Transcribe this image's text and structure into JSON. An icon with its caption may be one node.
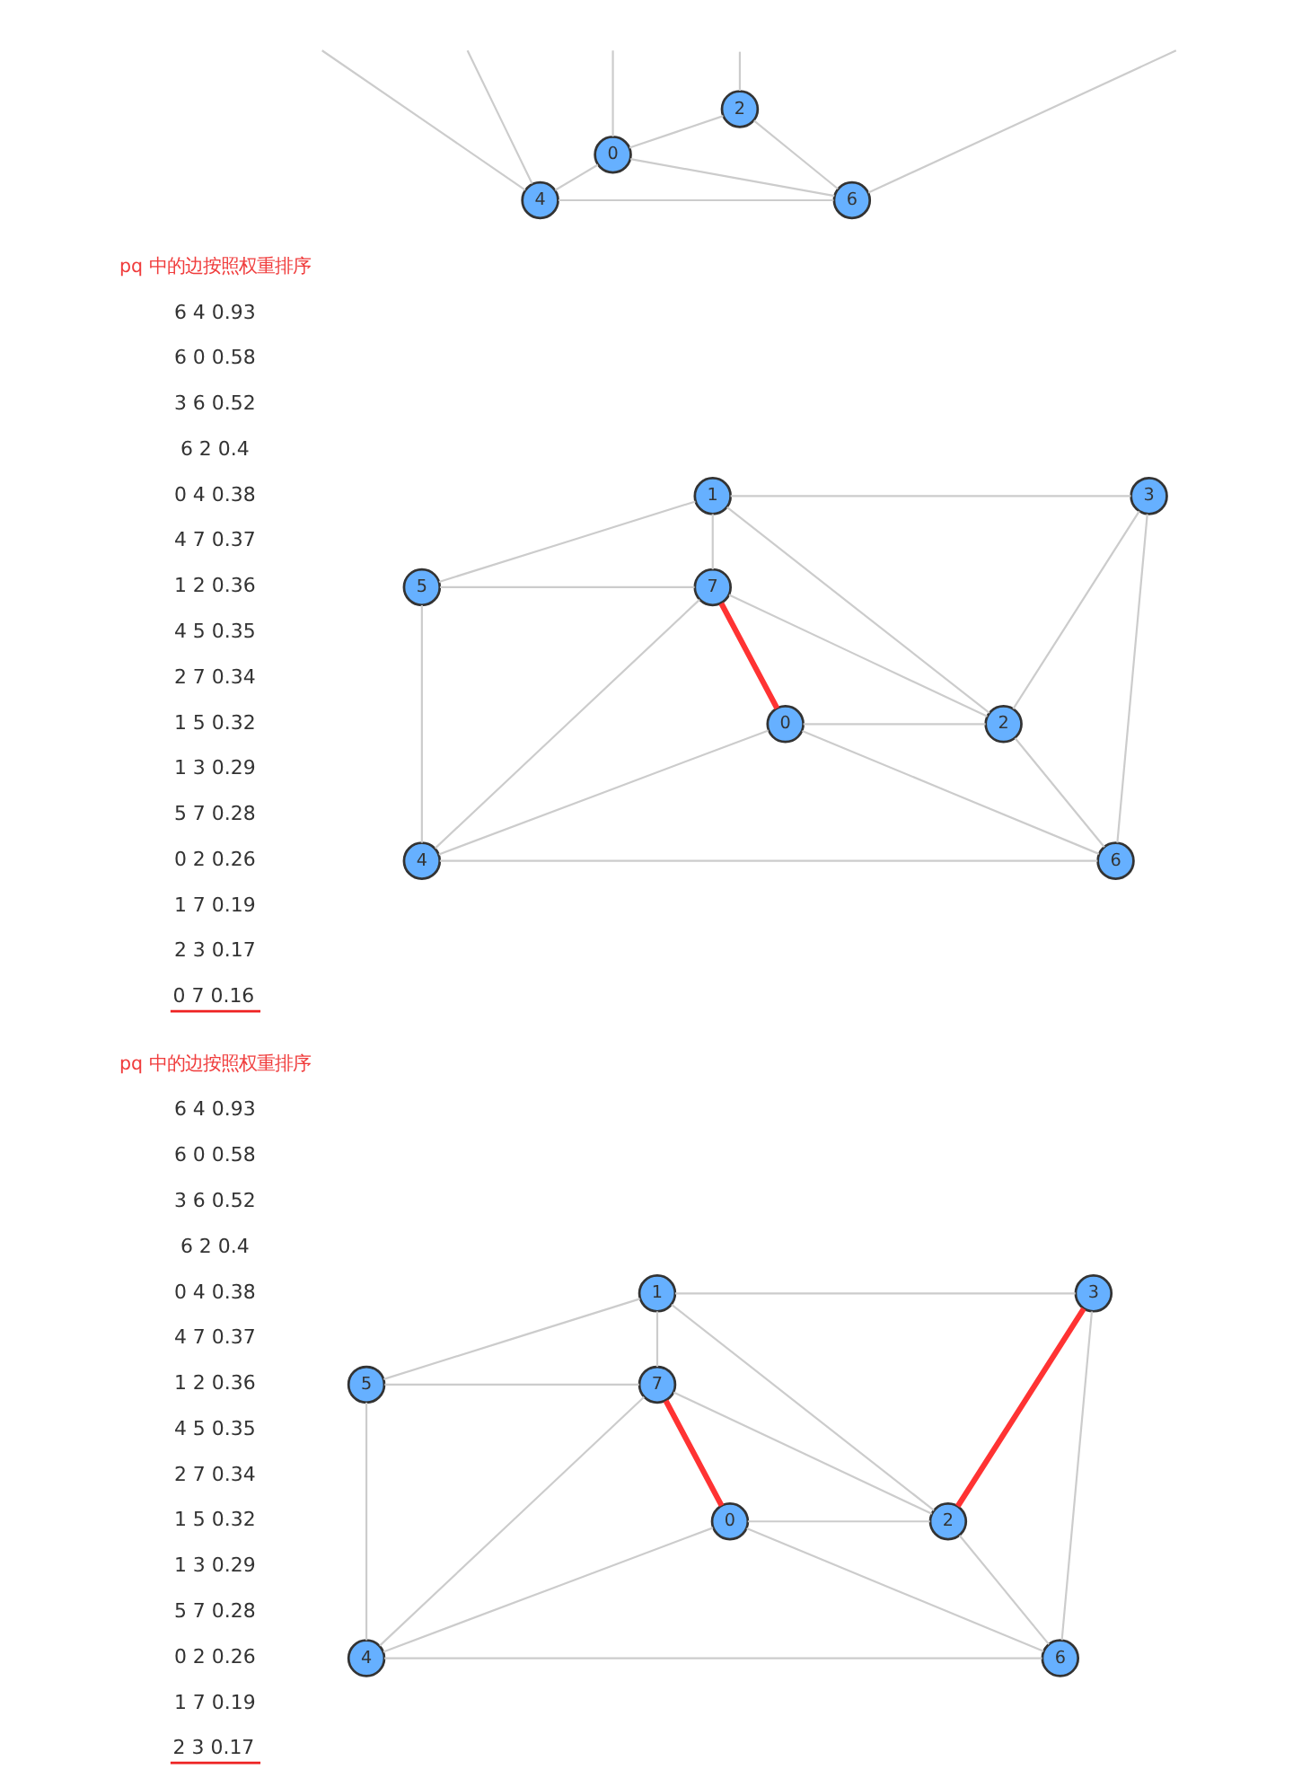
{
  "diagram": {
    "nodes": [
      {
        "text": [
          "2"
        ]
      },
      {
        "text": [
          "0"
        ]
      },
      {
        "text": [
          "4"
        ]
      },
      {
        "text": [
          "6"
        ]
      },
      {
        "text": [
          "1"
        ]
      },
      {
        "text": [
          "3"
        ]
      },
      {
        "text": [
          "5"
        ]
      },
      {
        "text": [
          "7"
        ]
      },
      {
        "text": [
          "2"
        ]
      },
      {
        "text": [
          "0"
        ]
      },
      {
        "text": [
          "4"
        ]
      },
      {
        "text": [
          "6"
        ]
      },
      {
        "text": [
          "1"
        ]
      },
      {
        "text": [
          "3"
        ]
      },
      {
        "text": [
          "5"
        ]
      },
      {
        "text": [
          "7"
        ]
      },
      {
        "text": [
          "2"
        ]
      },
      {
        "text": [
          "0"
        ]
      },
      {
        "text": [
          "4"
        ]
      },
      {
        "text": [
          "6"
        ]
      }
    ],
    "edges": [
      {
        "from": null,
        "to": 2,
        "arrow": "none"
      },
      {
        "from": null,
        "to": 2,
        "arrow": "none"
      },
      {
        "from": null,
        "to": 1,
        "arrow": "none"
      },
      {
        "from": null,
        "to": 0,
        "arrow": "none"
      },
      {
        "from": null,
        "to": 3,
        "arrow": "none"
      },
      {
        "from": 0,
        "to": 1,
        "arrow": "none"
      },
      {
        "from": 1,
        "to": 2,
        "arrow": "none"
      },
      {
        "from": 1,
        "to": 3,
        "arrow": "none"
      },
      {
        "from": 0,
        "to": 3,
        "arrow": "none"
      },
      {
        "from": 2,
        "to": 3,
        "arrow": "none"
      },
      {
        "from": 10,
        "to": 11,
        "arrow": "none"
      },
      {
        "from": 9,
        "to": 11,
        "arrow": "none"
      },
      {
        "from": 5,
        "to": 11,
        "arrow": "none"
      },
      {
        "from": 8,
        "to": 11,
        "arrow": "none"
      },
      {
        "from": 9,
        "to": 10,
        "arrow": "none"
      },
      {
        "from": 7,
        "to": 10,
        "arrow": "none"
      },
      {
        "from": 4,
        "to": 8,
        "arrow": "none"
      },
      {
        "from": 6,
        "to": 10,
        "arrow": "none"
      },
      {
        "from": 7,
        "to": 8,
        "arrow": "none"
      },
      {
        "from": 4,
        "to": 6,
        "arrow": "none"
      },
      {
        "from": 4,
        "to": 5,
        "arrow": "none"
      },
      {
        "from": 6,
        "to": 7,
        "arrow": "none"
      },
      {
        "from": 9,
        "to": 8,
        "arrow": "none"
      },
      {
        "from": 4,
        "to": 7,
        "arrow": "none"
      },
      {
        "from": 5,
        "to": 8,
        "arrow": "none"
      },
      {
        "from": 7,
        "to": 9,
        "arrow": "none",
        "style": "thick",
        "color": "#ff3333"
      },
      {
        "from": 18,
        "to": 19,
        "arrow": "none"
      },
      {
        "from": 17,
        "to": 19,
        "arrow": "none"
      },
      {
        "from": 13,
        "to": 19,
        "arrow": "none"
      },
      {
        "from": 16,
        "to": 19,
        "arrow": "none"
      },
      {
        "from": 17,
        "to": 18,
        "arrow": "none"
      },
      {
        "from": 15,
        "to": 18,
        "arrow": "none"
      },
      {
        "from": 12,
        "to": 16,
        "arrow": "none"
      },
      {
        "from": 14,
        "to": 18,
        "arrow": "none"
      },
      {
        "from": 15,
        "to": 16,
        "arrow": "none"
      },
      {
        "from": 12,
        "to": 14,
        "arrow": "none"
      },
      {
        "from": 12,
        "to": 13,
        "arrow": "none"
      },
      {
        "from": 14,
        "to": 15,
        "arrow": "none"
      },
      {
        "from": 17,
        "to": 16,
        "arrow": "none"
      },
      {
        "from": 12,
        "to": 15,
        "arrow": "none"
      },
      {
        "from": 13,
        "to": 16,
        "arrow": "none",
        "style": "thick",
        "color": "#ff3333"
      },
      {
        "from": 15,
        "to": 17,
        "arrow": "none",
        "style": "thick",
        "color": "#ff3333"
      }
    ],
    "labels": [
      "pq 中的边按照权重排序",
      "6 4 0.93",
      "6 0 0.58",
      "3 6 0.52",
      "6 2 0.4",
      "0 4 0.38",
      "4 7 0.37",
      "1 2 0.36",
      "4 5 0.35",
      "2 7 0.34",
      "1 5 0.32",
      "1 3 0.29",
      "5 7 0.28",
      "0 2 0.26",
      "1 7 0.19",
      "2 3 0.17",
      "0 7 0.16",
      "pq 中的边按照权重排序",
      "6 4 0.93",
      "6 0 0.58",
      "3 6 0.52",
      "6 2 0.4",
      "0 4 0.38",
      "4 7 0.37",
      "1 2 0.36",
      "4 5 0.35",
      "2 7 0.34",
      "1 5 0.32",
      "1 3 0.29",
      "5 7 0.28",
      "0 2 0.26",
      "1 7 0.19",
      "2 3 0.17"
    ]
  }
}
